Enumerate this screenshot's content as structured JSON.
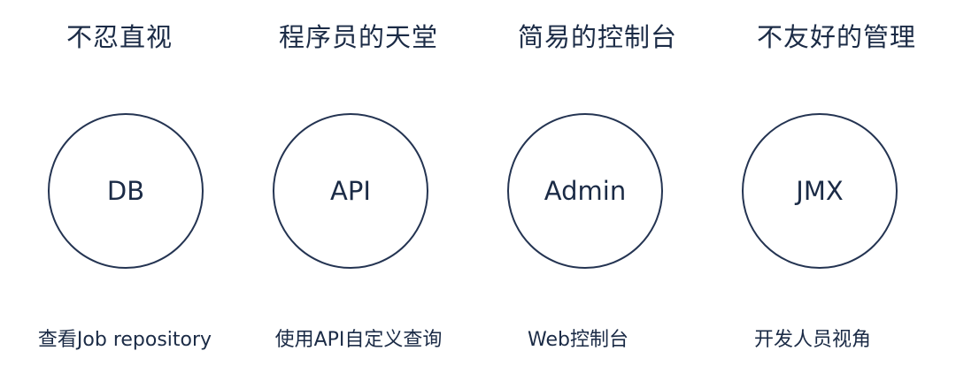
{
  "columns": [
    {
      "heading": "不忍直视",
      "circle_label": "DB",
      "caption": "查看Job repository"
    },
    {
      "heading": "程序员的天堂",
      "circle_label": "API",
      "caption": "使用API自定义查询"
    },
    {
      "heading": "简易的控制台",
      "circle_label": "Admin",
      "caption": "Web控制台"
    },
    {
      "heading": "不友好的管理",
      "circle_label": "JMX",
      "caption": "开发人员视角"
    }
  ],
  "colors": {
    "text": "#1b2b46",
    "circle_stroke": "#243452",
    "background": "#ffffff"
  }
}
